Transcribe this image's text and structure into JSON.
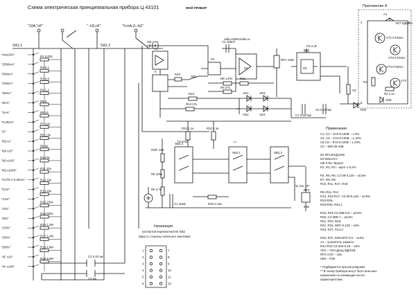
{
  "title": "Схема электрическая принципиальная прибора Ц 43101",
  "source_tag": "МОЙ ПРИБОР",
  "appendix_label": "Приложение А",
  "site_watermark": "radio-elektronika.ru",
  "switch_labels": {
    "sa11": "SA1.1",
    "sa12": "SA1.2",
    "top1": "\"10A,\"nF\"",
    "top2": "\"- kΩ,nF\"",
    "top3": "\"V,mA,Ω,·kΩ\""
  },
  "range_labels": [
    "\"max10A\"",
    "\"2500mA\"",
    "\"500mA\"",
    "\"100mA\"",
    "\"25mA\"",
    "\"5mA\"",
    "\"1mA\"",
    "\"0,25mA\"",
    "\"Ω\"",
    "\"kΩ x1\"",
    "\"kΩ x10\"",
    "\"kΩ x100\"",
    "\"kΩ x1000\"",
    "\"0,075 V 0,05mA\"",
    "\"0,5V\"",
    "\"2,5V\"",
    "\"10V\"",
    "\"25V\"",
    "\"100V\"",
    "\"250V\"",
    "\"500V\"",
    "\"nF x10\"",
    "\"nF x100\""
  ],
  "resistor_chain": [
    "R1 0,025",
    "R2 0,1",
    "R3 0,5",
    "R4 1,2",
    "R5 6",
    "R6 24",
    "R7 120",
    "R8 1,8к",
    "R9 4к",
    "R10 6к",
    "R11 10к",
    "R12 15к",
    "R13 40к",
    "R14 150к",
    "R15 600к",
    "R16 1,2М",
    "R17 2,4М",
    "R18 4,8М",
    "R19 9,6М"
  ],
  "component_labels": {
    "gb": "GB 4,5V",
    "a1": "A1",
    "k": "K",
    "r20": "R20",
    "r23": "R23",
    "r24": "R24 27к",
    "sb1": "SB1",
    "c4": "C4 100nF",
    "d1": "D1",
    "r8b": "R8 1,97к",
    "r9b": "R9 27к",
    "d2": "D2",
    "r21": "R21",
    "rp1": "RP1 100к",
    "vd1": "VD1",
    "vd2": "VD2",
    "vd3": "VD3",
    "vd4": "VD4",
    "d3": "D3",
    "c5": "C5 2,2n",
    "c6": "C6 0,047мк",
    "c7": "C7 0,047мк",
    "c8": "C8",
    "r25": "R25",
    "r31": "R31 1,1к",
    "r32": "R32 1,1к",
    "r30": "R30* 100",
    "r5b": "R5 100к",
    "r6b": "R6 4,7к",
    "c1": "C1 10мк",
    "r33": "R33 2,16к",
    "sb2": "SB2.2",
    "sb21": "SB2.1",
    "sb23": "SB2.3",
    "mode_label": "\"V,mAΩ\"",
    "mode_label2": "\"≈\"",
    "rp2": "RP2",
    "rp2b": "6,8к",
    "out_label": "\"Ω, kΩ, nF\"",
    "c2": "C2 0,22 мк",
    "c3": "C3 мк"
  },
  "appendix_parts": {
    "a1": "A1",
    "vd7": "VD7 КД521А",
    "vt1": "VT1 КТ315А",
    "vt2": "VT2 КТ315А",
    "vt3": "VT3 КТ361А",
    "vt4": "VT4",
    "vd8": "VD8",
    "r1a": "R1",
    "r2a": "R2 1,1к",
    "r3a": "R3",
    "pin4": "4",
    "pin5": "5",
    "pin8": "8"
  },
  "notes_header": "Примечание:",
  "notes": [
    "C1, C2 – К73-9-100В – ± 5%",
    "C4, C5 – К73-9-100В – ± 10%",
    "C6-C8 – К73-9-100В – ± 20%",
    "C3 – К50-35-16В",
    "",
    "D2  КР140УД1208",
    "D3  К561ЛА7",
    "GB  3 R6  \"Крона\"",
    "R1, R2, R3 – шунт ± 0,2%",
    "",
    "R4, R5, R6,        C2-29-0,125 – ±0,5%",
    "R7, R8, R9,",
    "R10, R11, R17, R18",
    "",
    "R9–R11, R12",
    "R13, R15-R17,      C2-29-0,125 – ±0,5%",
    "R22-R26,",
    "R28-R30, R34.1",
    "",
    "R15, R18 C2-29В-0,5 – ±0,5%",
    "R26,       C2-29В-1 – ±0,5%",
    "R21, R22, R29,",
    "R31, R32,              МЛТ-0,125 – ±5%",
    "R33, R37, R14.2,",
    "",
    "R20, R37, R38   МЛТ-0,5 – ±10%",
    "A1 – усилитель защиты",
    "R41-R42 C2-33н-0,25 – ±5%",
    "VD1 – VD4  Диод КД521В",
    "RP2   СП3 – 19а",
    "SB2 – П2К",
    "",
    "* Подбирается при регулировке",
    "** В схему прибора могут быть внесены",
    "   изменения не влияющие на его",
    "   характеристики."
  ],
  "connector": {
    "title": "Нумерация",
    "subtitle1": "контактов переключателя SB2",
    "subtitle2": "(вид со стороны печатного монтажа)",
    "left_pins": [
      "1",
      "2",
      "3",
      "4",
      "5",
      "6"
    ],
    "right_pins": [
      "7",
      "8",
      "9",
      "10",
      "11",
      "12"
    ]
  }
}
